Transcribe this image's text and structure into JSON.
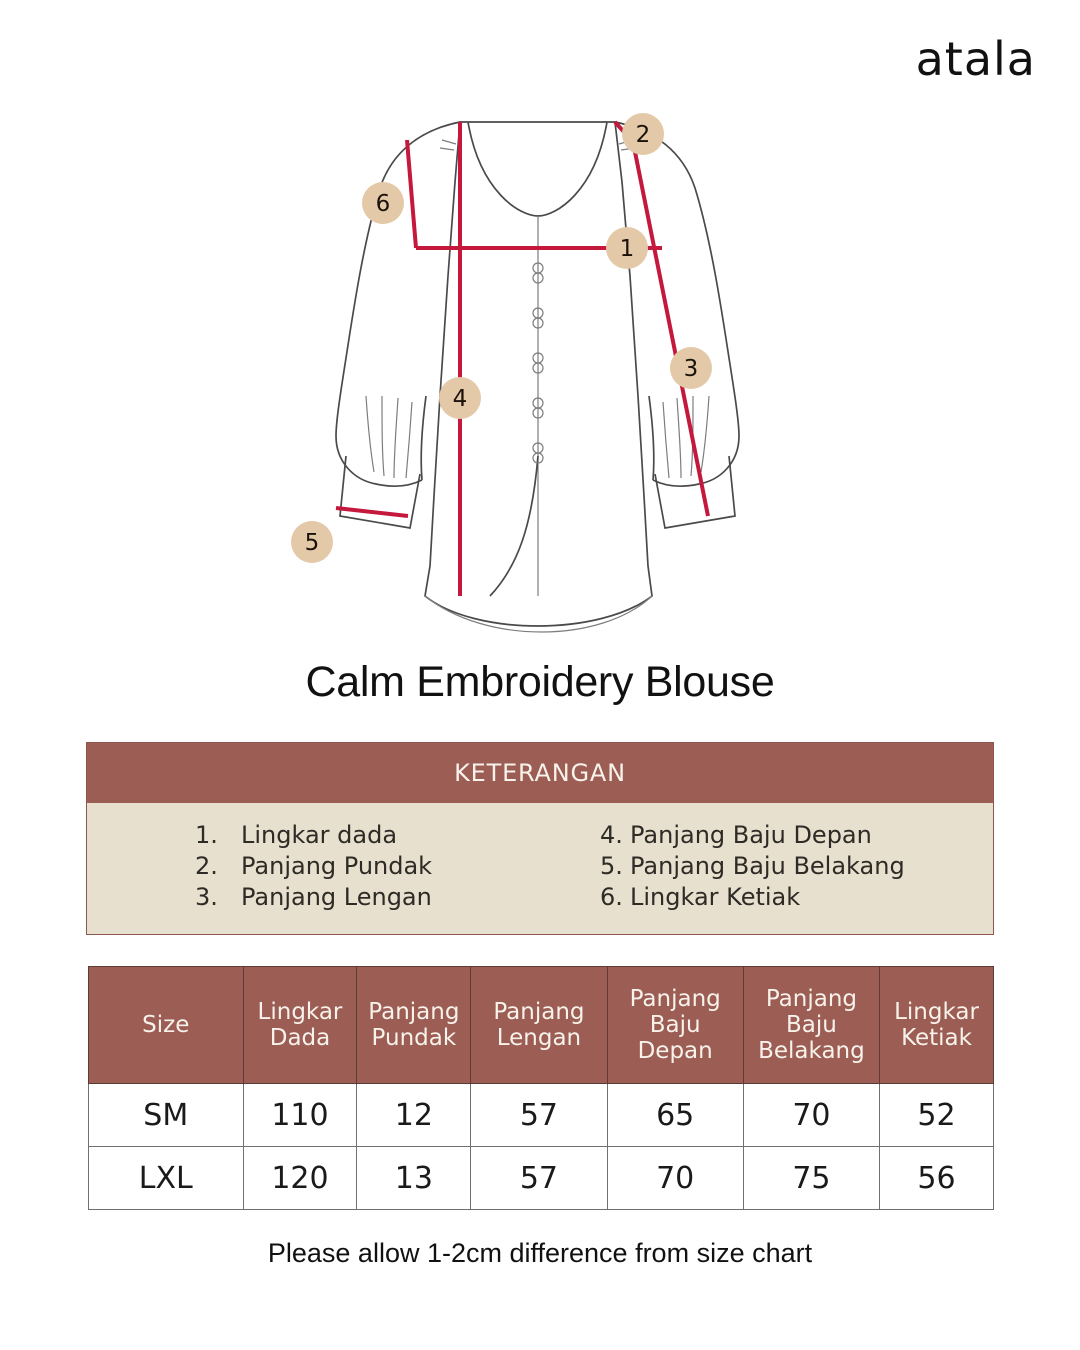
{
  "brand": {
    "name": "atala"
  },
  "product": {
    "title": "Calm Embroidery Blouse"
  },
  "illustration": {
    "alt_name": "blouse-technical-drawing",
    "markers": [
      {
        "id": "1",
        "label": "Lingkar dada"
      },
      {
        "id": "2",
        "label": "Panjang Pundak"
      },
      {
        "id": "3",
        "label": "Panjang Lengan"
      },
      {
        "id": "4",
        "label": "Panjang Baju Depan"
      },
      {
        "id": "5",
        "label": "Panjang Baju Belakang"
      },
      {
        "id": "6",
        "label": "Lingkar Ketiak"
      }
    ]
  },
  "keterangan": {
    "header": "KETERANGAN",
    "left_items": [
      {
        "num": "1.",
        "text": "Lingkar dada"
      },
      {
        "num": "2.",
        "text": "Panjang Pundak"
      },
      {
        "num": "3.",
        "text": "Panjang Lengan"
      }
    ],
    "right_items": [
      {
        "num": "4.",
        "text": "Panjang Baju Depan"
      },
      {
        "num": "5.",
        "text": "Panjang Baju Belakang"
      },
      {
        "num": "6.",
        "text": "Lingkar Ketiak"
      }
    ]
  },
  "size_chart": {
    "headers": [
      "Size",
      "Lingkar Dada",
      "Panjang Pundak",
      "Panjang Lengan",
      "Panjang Baju Depan",
      "Panjang Baju Belakang",
      "Lingkar Ketiak"
    ],
    "header_lines": [
      [
        "Size"
      ],
      [
        "Lingkar",
        "Dada"
      ],
      [
        "Panjang",
        "Pundak"
      ],
      [
        "Panjang",
        "Lengan"
      ],
      [
        "Panjang",
        "Baju",
        "Depan"
      ],
      [
        "Panjang",
        "Baju",
        "Belakang"
      ],
      [
        "Lingkar",
        "Ketiak"
      ]
    ],
    "rows": [
      {
        "size": "SM",
        "lingkar_dada": "110",
        "panjang_pundak": "12",
        "panjang_lengan": "57",
        "panjang_baju_depan": "65",
        "panjang_baju_belakang": "70",
        "lingkar_ketiak": "52"
      },
      {
        "size": "LXL",
        "lingkar_dada": "120",
        "panjang_pundak": "13",
        "panjang_lengan": "57",
        "panjang_baju_depan": "70",
        "panjang_baju_belakang": "75",
        "lingkar_ketiak": "56"
      }
    ]
  },
  "footer": {
    "note": "Please allow 1-2cm difference from size chart"
  },
  "colors": {
    "brick": "#9C5D55",
    "beige": "#E8E0CE",
    "crimson": "#C4183C",
    "marker_tan": "#E3C9A8",
    "garment_line": "#4A4A4A",
    "text_dark": "#111111",
    "header_text": "#F7F2EA"
  }
}
